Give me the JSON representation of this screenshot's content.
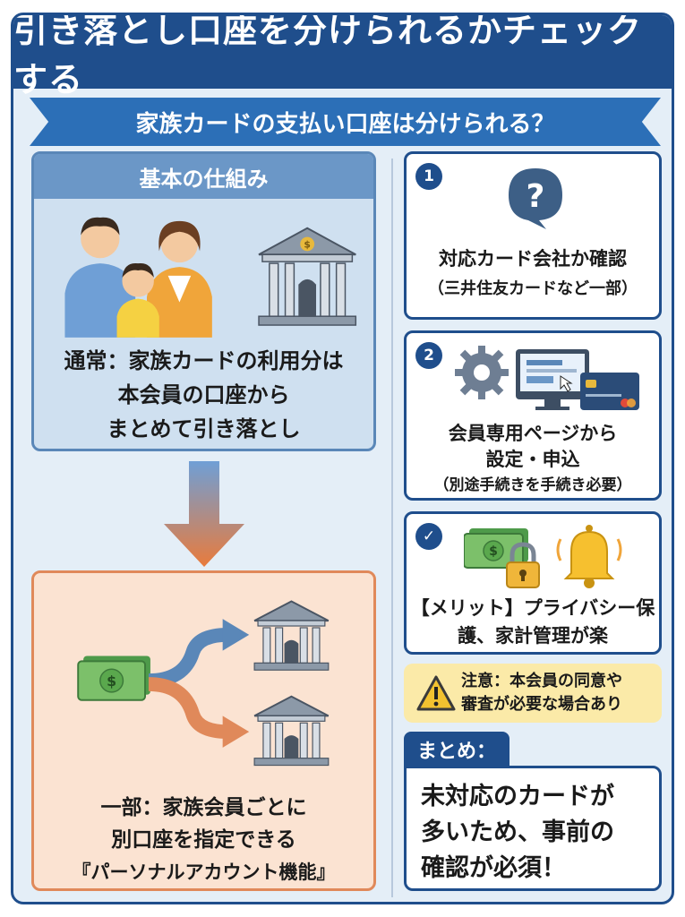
{
  "title": "引き落とし口座を分けられるかチェックする",
  "subtitle": "家族カードの支払い口座は分けられる？",
  "basic": {
    "heading": "基本の仕組み",
    "lines": [
      "通常：家族カードの利用分は",
      "本会員の口座から",
      "まとめて引き落とし"
    ]
  },
  "personal": {
    "lines": [
      "一部：家族会員ごとに",
      "別口座を指定できる",
      "『パーソナルアカウント機能』"
    ]
  },
  "steps": [
    {
      "num": "1",
      "lines": [
        "対応カード会社か確認",
        "（三井住友カードなど一部）"
      ],
      "icon": "question-bubble-icon"
    },
    {
      "num": "2",
      "lines": [
        "会員専用ページから",
        "設定・申込",
        "（別途手続きを手続き必要）"
      ],
      "icon": "settings-computer-card-icon"
    },
    {
      "num": "✓",
      "lines": [
        "【メリット】プライバシー保",
        "護、家計管理が楽"
      ],
      "icon": "lock-bell-icon"
    }
  ],
  "warning": {
    "lines": [
      "注意：本会員の同意や",
      "審査が必要な場合あり"
    ],
    "icon": "warning-icon"
  },
  "summary": {
    "label": "まとめ：",
    "lines": [
      "未対応のカードが",
      "多いため、事前の",
      "確認が必須！"
    ]
  },
  "colors": {
    "navy": "#1f4e8c",
    "blue": "#2c6fb7",
    "orange": "#e0895a",
    "yellow": "#fbeaa8"
  }
}
